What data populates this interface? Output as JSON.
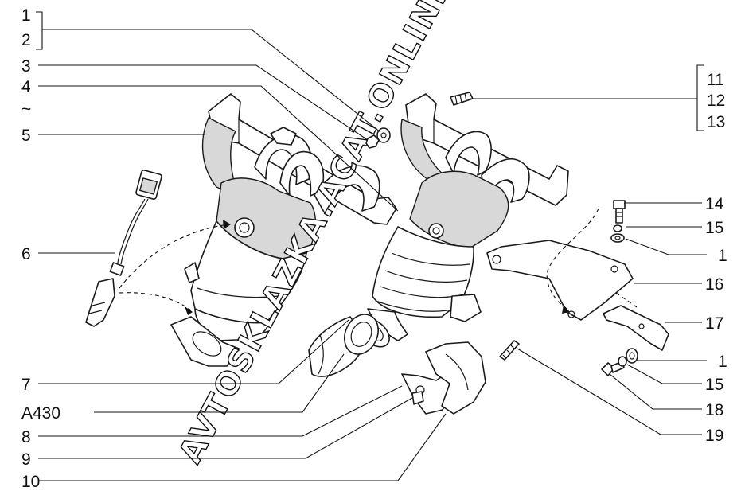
{
  "labels_left": [
    "1",
    "2",
    "3",
    "4",
    "~",
    "5",
    "6",
    "7",
    "A430",
    "8",
    "9",
    "10"
  ],
  "labels_right": [
    "11",
    "12",
    "13",
    "14",
    "15",
    "1",
    "16",
    "17",
    "1",
    "15",
    "18",
    "19"
  ],
  "watermark": "AVTOSKLAZKA.ACAT.ONLINE",
  "colors": {
    "line": "#111111",
    "fill": "#ffffff",
    "shade": "#d8d8d8"
  }
}
